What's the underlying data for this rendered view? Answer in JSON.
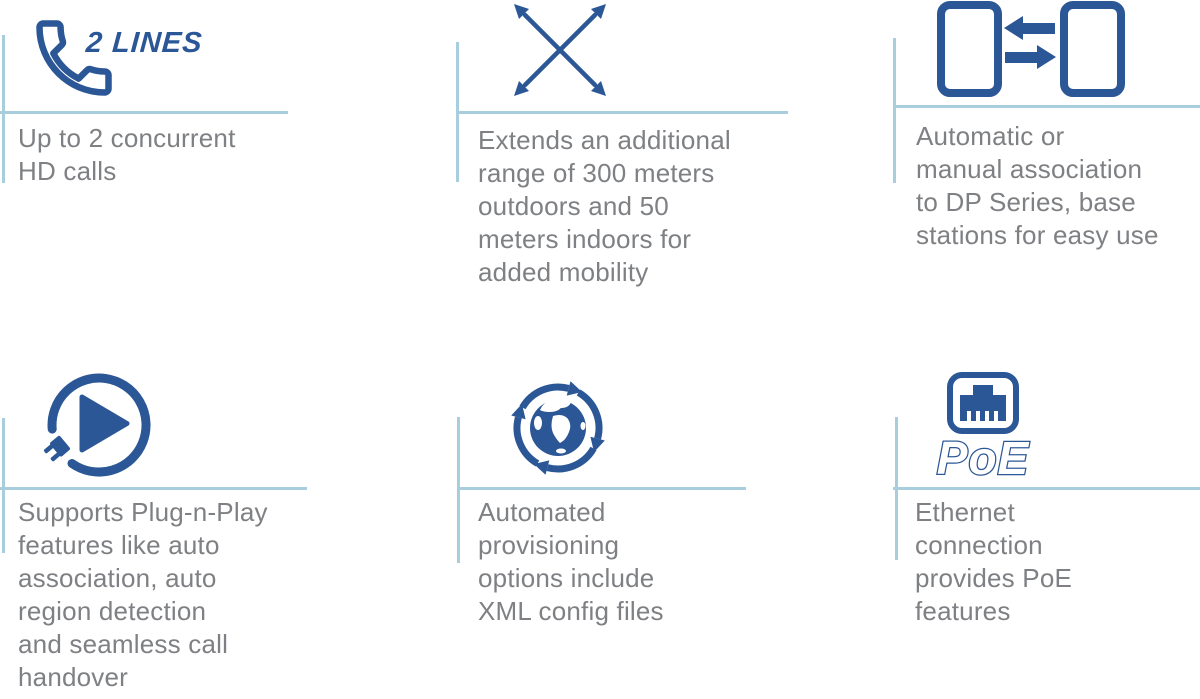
{
  "colors": {
    "icon_blue": "#2B5796",
    "line_blue": "#A8CDDC",
    "text_gray": "#7E8083"
  },
  "tiles": [
    {
      "name": "two-lines",
      "icon": "phone-handset-icon",
      "icon_label": "2 LINES",
      "text": "Up to 2 concurrent\nHD calls"
    },
    {
      "name": "extended-range",
      "icon": "expand-arrows-icon",
      "text": "Extends an additional\nrange of 300 meters\noutdoors and 50\nmeters indoors for\nadded mobility"
    },
    {
      "name": "base-association",
      "icon": "device-sync-icon",
      "text": "Automatic or\nmanual association\nto DP Series, base\nstations for easy use"
    },
    {
      "name": "plug-n-play",
      "icon": "plug-n-play-icon",
      "text": "Supports Plug-n-Play\nfeatures like auto\nassociation, auto\nregion detection\nand seamless call\nhandover"
    },
    {
      "name": "auto-provisioning",
      "icon": "globe-sync-icon",
      "text": "Automated\nprovisioning\noptions include\nXML config files"
    },
    {
      "name": "poe",
      "icon": "ethernet-poe-icon",
      "icon_label": "PoE",
      "text": "Ethernet\nconnection\nprovides PoE\nfeatures"
    }
  ]
}
